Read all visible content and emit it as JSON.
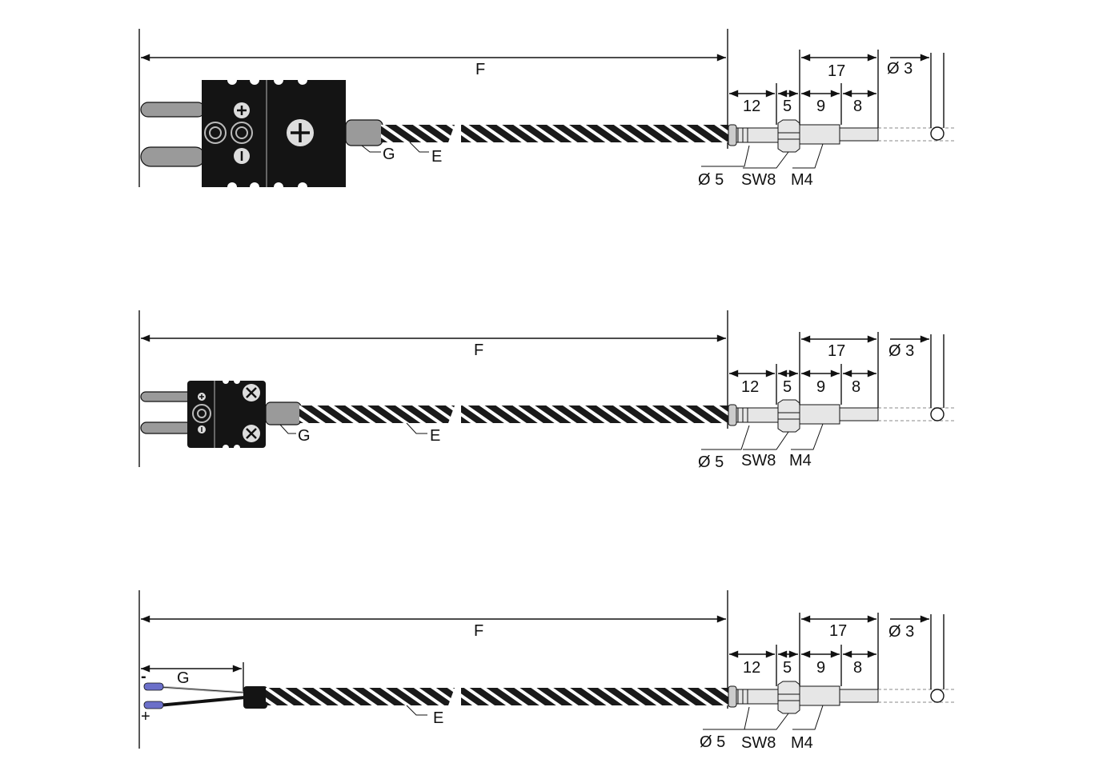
{
  "diagram": {
    "variants": [
      {
        "id": "large-connector",
        "labels": {
          "F": "F",
          "d12": "12",
          "d5": "5",
          "d17": "17",
          "d9": "9",
          "d8": "8",
          "dia3": "Ø 3",
          "dia5": "Ø 5",
          "sw": "SW8",
          "thread": "M4",
          "G": "G",
          "E": "E",
          "plus": "+",
          "minus": "-"
        }
      },
      {
        "id": "mini-connector",
        "labels": {
          "F": "F",
          "d12": "12",
          "d5": "5",
          "d17": "17",
          "d9": "9",
          "d8": "8",
          "dia3": "Ø 3",
          "dia5": "Ø 5",
          "sw": "SW8",
          "thread": "M4",
          "G": "G",
          "E": "E",
          "plus": "+",
          "minus": "-"
        }
      },
      {
        "id": "free-leads",
        "labels": {
          "F": "F",
          "d12": "12",
          "d5": "5",
          "d17": "17",
          "d9": "9",
          "d8": "8",
          "dia3": "Ø 3",
          "dia5": "Ø 5",
          "sw": "SW8",
          "thread": "M4",
          "G": "G",
          "E": "E",
          "plus": "+",
          "minus": "-"
        }
      }
    ],
    "colors": {
      "ink": "#111111",
      "connector": "#141414",
      "sleeve": "#9a9a9a",
      "braid": "#1a1a1a",
      "wire_tip": "#6b6fc9"
    }
  }
}
